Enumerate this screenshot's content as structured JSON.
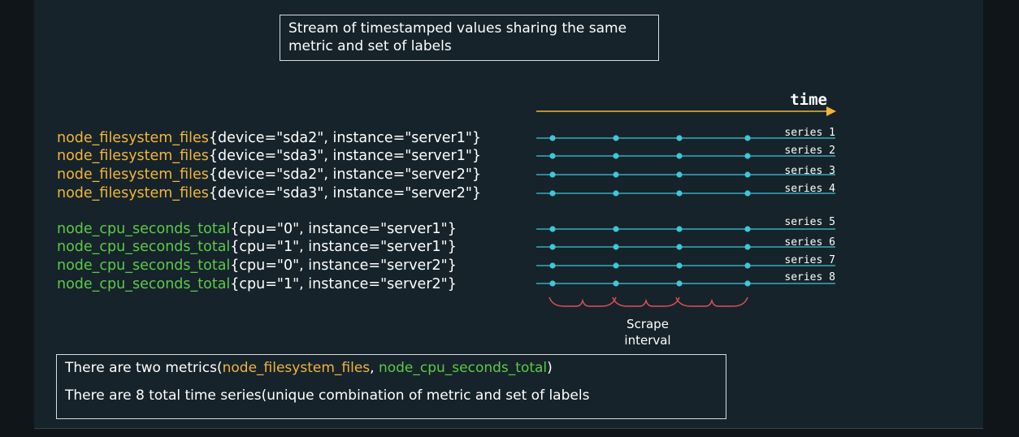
{
  "header_box": {
    "text": "Stream of timestamped values sharing the same metric and set of labels"
  },
  "metrics": {
    "filesystem": [
      {
        "name": "node_filesystem_files",
        "labels": "{device=\"sda2\", instance=\"server1\"}"
      },
      {
        "name": "node_filesystem_files",
        "labels": "{device=\"sda3\", instance=\"server1\"}"
      },
      {
        "name": "node_filesystem_files",
        "labels": "{device=\"sda2\", instance=\"server2\"}"
      },
      {
        "name": "node_filesystem_files",
        "labels": "{device=\"sda3\", instance=\"server2\"}"
      }
    ],
    "cpu": [
      {
        "name": "node_cpu_seconds_total",
        "labels": "{cpu=\"0\", instance=\"server1\"}"
      },
      {
        "name": "node_cpu_seconds_total",
        "labels": "{cpu=\"1\", instance=\"server1\"}"
      },
      {
        "name": "node_cpu_seconds_total",
        "labels": "{cpu=\"0\", instance=\"server2\"}"
      },
      {
        "name": "node_cpu_seconds_total",
        "labels": "{cpu=\"1\", instance=\"server2\"}"
      }
    ]
  },
  "timeline": {
    "axis_label": "time",
    "series_labels": [
      "series 1",
      "series 2",
      "series 3",
      "series 4",
      "series 5",
      "series 6",
      "series 7",
      "series 8"
    ],
    "samples_per_series": 4,
    "scrape_label_line1": "Scrape",
    "scrape_label_line2": "interval"
  },
  "summary_box": {
    "line1_prefix": "There are two metrics(",
    "line1_metric1": "node_filesystem_files",
    "line1_separator": ", ",
    "line1_metric2": "node_cpu_seconds_total",
    "line1_suffix": ")",
    "line2": "There are 8 total time series(unique combination of metric and set of labels"
  },
  "colors": {
    "filesystem_metric": "#f2b53a",
    "cpu_metric": "#5cc94a",
    "series_line": "#3fc6d8",
    "time_arrow": "#f2b53a",
    "brace": "#e0505a"
  }
}
